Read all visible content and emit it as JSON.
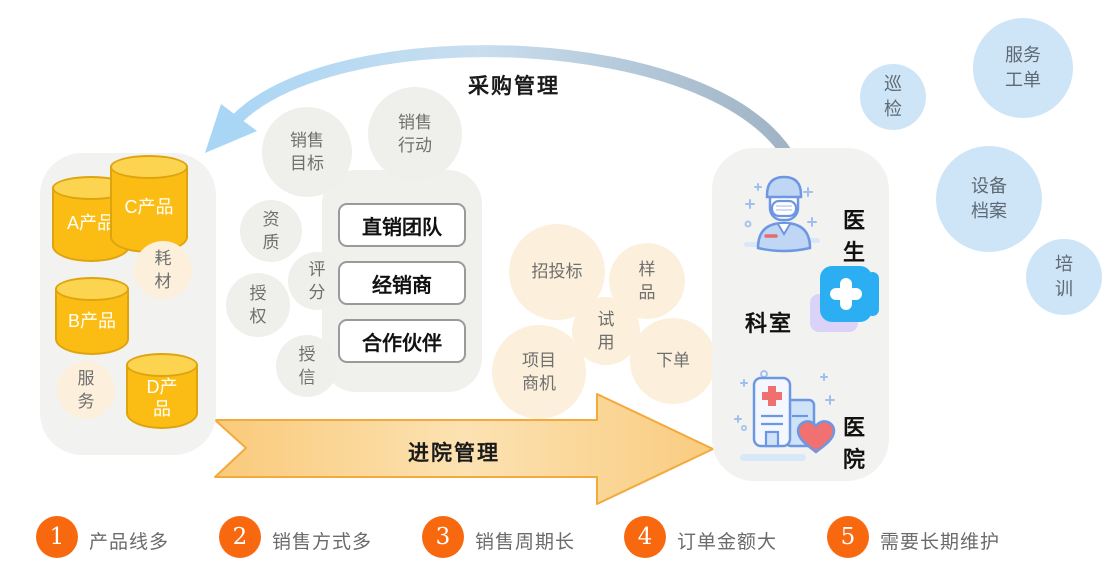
{
  "arrows": {
    "top_label": "采购管理",
    "bottom_label": "进院管理"
  },
  "products_panel": {
    "cylinders": [
      {
        "label": "A产品"
      },
      {
        "label": "C产品"
      },
      {
        "label": "B产品"
      },
      {
        "label": "D产品"
      }
    ],
    "bubbles": [
      {
        "label": "耗材"
      },
      {
        "label": "服务"
      }
    ]
  },
  "sales_section": {
    "bubbles": [
      {
        "label": "销售目标"
      },
      {
        "label": "销售行动"
      },
      {
        "label": "资质"
      },
      {
        "label": "评分"
      },
      {
        "label": "授权"
      },
      {
        "label": "授信"
      }
    ],
    "channel_boxes": [
      {
        "label": "直销团队"
      },
      {
        "label": "经销商"
      },
      {
        "label": "合作伙伴"
      }
    ]
  },
  "pipeline_bubbles": [
    {
      "label": "招投标"
    },
    {
      "label": "样品"
    },
    {
      "label": "试用"
    },
    {
      "label": "项目商机"
    },
    {
      "label": "下单"
    }
  ],
  "hospital_panel": {
    "rows": [
      {
        "icon": "doctor-icon",
        "label": "医生"
      },
      {
        "icon": "department-icon",
        "label": "科室"
      },
      {
        "icon": "hospital-icon",
        "label": "医院"
      }
    ]
  },
  "service_bubbles": [
    {
      "label": "巡检"
    },
    {
      "label": "服务工单"
    },
    {
      "label": "设备档案"
    },
    {
      "label": "培训"
    }
  ],
  "footer_points": [
    {
      "number": "1",
      "label": "产品线多"
    },
    {
      "number": "2",
      "label": "销售方式多"
    },
    {
      "number": "3",
      "label": "销售周期长"
    },
    {
      "number": "4",
      "label": "订单金额大"
    },
    {
      "number": "5",
      "label": "需要长期维护"
    }
  ],
  "colors": {
    "product_yellow": "#FBBD13",
    "cream_bubble": "#FCF0DC",
    "gray_bubble": "#EFEFEB",
    "blue_bubble": "#CEE5F8",
    "panel_gray": "#F2F2F0",
    "footer_badge_orange": "#F8690F",
    "arc_blue": "#A9D6F5",
    "arc_gray": "#9DB1C2",
    "bottom_arrow_orange": "#F3A93C"
  }
}
